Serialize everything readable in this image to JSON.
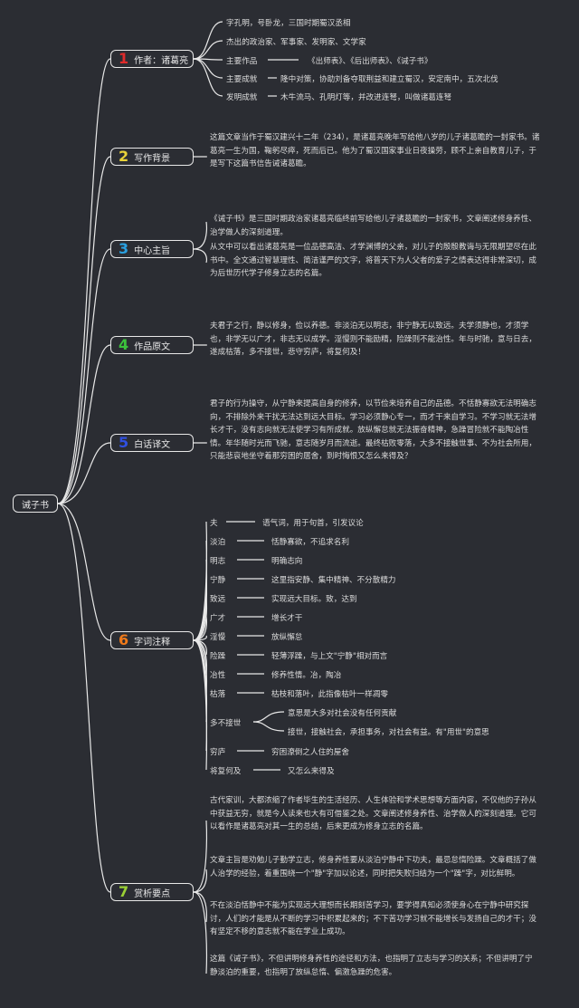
{
  "root": "诫子书",
  "branches": [
    {
      "num": "1",
      "color": "#e02b2b",
      "label": "作者：诸葛亮"
    },
    {
      "num": "2",
      "color": "#e8d23a",
      "label": "写作背景"
    },
    {
      "num": "3",
      "color": "#2aa0e0",
      "label": "中心主旨"
    },
    {
      "num": "4",
      "color": "#3cc23c",
      "label": "作品原文"
    },
    {
      "num": "5",
      "color": "#3050e0",
      "label": "白话译文"
    },
    {
      "num": "6",
      "color": "#f07a1a",
      "label": "字词注释"
    },
    {
      "num": "7",
      "color": "#9ad035",
      "label": "赏析要点"
    }
  ],
  "author": {
    "line1": "字孔明，号卧龙，三国时期蜀汉丞相",
    "line2": "杰出的政治家、军事家、发明家、文学家",
    "works_label": "主要作品",
    "works_value": "《出师表》、《后出师表》、《诫子书》",
    "achieve_label": "主要成就",
    "achieve_value": "隆中对策，协助刘备夺取荆益和建立蜀汉，安定南中，五次北伐",
    "invent_label": "发明成就",
    "invent_value": "木牛流马、孔明灯等，并改进连弩，叫做诸葛连弩"
  },
  "background": "这篇文章当作于蜀汉建兴十二年（234），是诸葛亮晚年写给他八岁的儿子诸葛瞻的一封家书。诸葛亮一生为国，鞠躬尽瘁，死而后已。他为了蜀汉国家事业日夜操劳，顾不上亲自教育儿子，于是写下这篇书信告诫诸葛瞻。",
  "theme1": "《诫子书》是三国时期政治家诸葛亮临终前写给他儿子诸葛瞻的一封家书，文章阐述修身养性、治学做人的深刻道理。",
  "theme2": "从文中可以看出诸葛亮是一位品德高洁、才学渊博的父亲，对儿子的殷殷教诲与无限期望尽在此书中。全文通过智慧理性、简洁谨严的文字，将普天下为人父者的爱子之情表达得非常深切，成为后世历代学子修身立志的名篇。",
  "original": "夫君子之行，静以修身，俭以养德。非淡泊无以明志，非宁静无以致远。夫学须静也，才须学也，非学无以广才，非志无以成学。淫慢则不能励精，险躁则不能治性。年与时驰，意与日去，遂成枯落，多不接世，悲守穷庐，将复何及！",
  "translation": "君子的行为操守，从宁静来提高自身的修养，以节俭来培养自己的品德。不恬静寡欲无法明确志向，不排除外来干扰无法达到远大目标。学习必须静心专一，而才干来自学习。不学习就无法增长才干，没有志向就无法使学习有所成就。放纵懈怠就无法振奋精神，急躁冒险就不能陶冶性情。年华随时光而飞驰，意志随岁月而流逝。最终枯败零落，大多不接触世事、不为社会所用，只能悲哀地坐守着那穷困的居舍，到时悔恨又怎么来得及？",
  "notes": [
    {
      "term": "夫",
      "def": "语气词，用于句首，引发议论"
    },
    {
      "term": "淡泊",
      "def": "恬静寡欲，不追求名利"
    },
    {
      "term": "明志",
      "def": "明确志向"
    },
    {
      "term": "宁静",
      "def": "这里指安静、集中精神、不分散精力"
    },
    {
      "term": "致远",
      "def": "实现远大目标。致，达到"
    },
    {
      "term": "广才",
      "def": "增长才干"
    },
    {
      "term": "淫慢",
      "def": "放纵懈怠"
    },
    {
      "term": "险躁",
      "def": "轻薄浮躁，与上文\"宁静\"相对而言"
    },
    {
      "term": "冶性",
      "def": "修养性情。冶，陶冶"
    },
    {
      "term": "枯落",
      "def": "枯枝和落叶，此指像枯叶一样凋零"
    },
    {
      "term": "多不接世",
      "def": "",
      "sub": [
        "意思是大多对社会没有任何贡献",
        "接世，接触社会，承担事务，对社会有益。有\"用世\"的意思"
      ]
    },
    {
      "term": "穷庐",
      "def": "穷困潦倒之人住的屋舍"
    },
    {
      "term": "将复何及",
      "def": "又怎么来得及"
    }
  ],
  "analysis": [
    "古代家训，大都浓缩了作者毕生的生活经历、人生体验和学术思想等方面内容，不仅他的子孙从中获益无穷，就是今人读来也大有可借鉴之处。文章阐述修身养性、治学做人的深刻道理。它可以看作是诸葛亮对其一生的总结，后来更成为修身立志的名篇。",
    "文章主旨是劝勉儿子勤学立志，修身养性要从淡泊宁静中下功夫，最忌怠惰险躁。文章概括了做人治学的经验，着重围绕一个\"静\"字加以论述，同时把失败归结为一个\"躁\"字，对比鲜明。",
    "不在淡泊恬静中不能为实现远大理想而长期刻苦学习，要学得真知必须使身心在宁静中研究探讨，人们的才能是从不断的学习中积累起来的；不下苦功学习就不能增长与发扬自己的才干；没有坚定不移的意志就不能在学业上成功。",
    "这篇《诫子书》，不但讲明修身养性的途径和方法，也指明了立志与学习的关系；不但讲明了宁静淡泊的重要，也指明了放纵怠惰、偏激急躁的危害。"
  ]
}
